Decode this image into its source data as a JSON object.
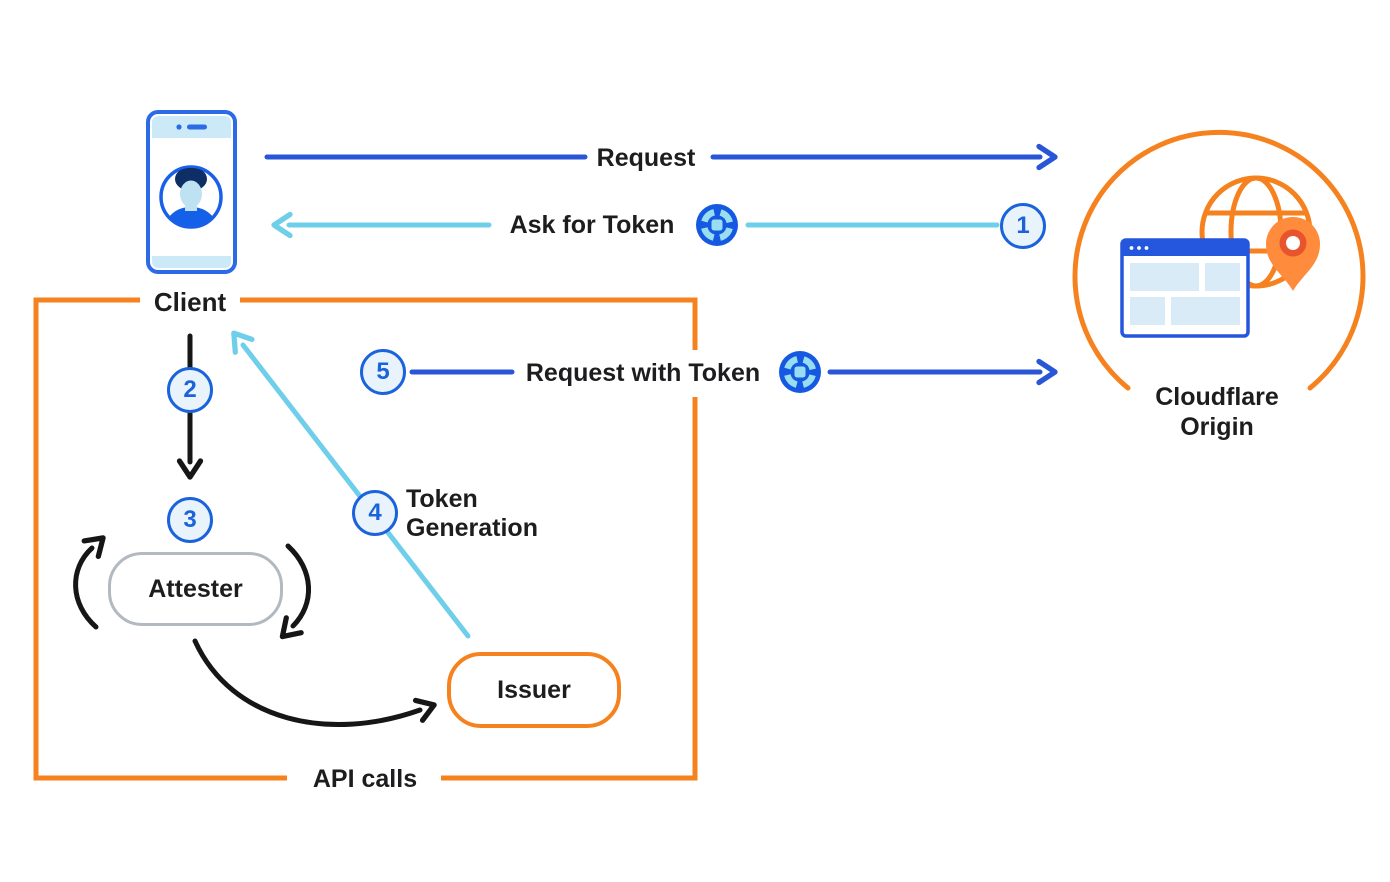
{
  "nodes": {
    "client": {
      "label": "Client"
    },
    "attester": {
      "label": "Attester"
    },
    "issuer": {
      "label": "Issuer"
    },
    "cloudflare_origin": {
      "label": "Cloudflare\nOrigin"
    }
  },
  "flows": {
    "request": {
      "label": "Request"
    },
    "ask_for_token": {
      "label": "Ask for Token",
      "step": "1"
    },
    "client_to_attester": {
      "step": "2"
    },
    "attestation": {
      "step": "3"
    },
    "token_generation": {
      "label": "Token\nGeneration",
      "step": "4"
    },
    "request_with_token": {
      "label": "Request with Token",
      "step": "5"
    },
    "api_calls": {
      "label": "API calls"
    }
  },
  "icons": {
    "client": "smartphone-with-user-avatar",
    "token": "token-chip",
    "origin": "globe-browser-window-location-pin"
  },
  "colors": {
    "dark_blue_arrow": "#2856D6",
    "light_blue_arrow": "#6FCEE9",
    "orange": "#F6821F",
    "black_arrow": "#161616",
    "step_circle_border": "#1A63DB",
    "step_circle_fill": "#E9F3FC",
    "attester_border": "#B2B9C0",
    "phone_blue": "#2B6BE8",
    "browser_blue": "#2456DE",
    "light_fill": "#CBE9F7",
    "pin_orange": "#FF8B3D",
    "pin_ring": "#E8542C",
    "text": "#1d1d1f"
  }
}
